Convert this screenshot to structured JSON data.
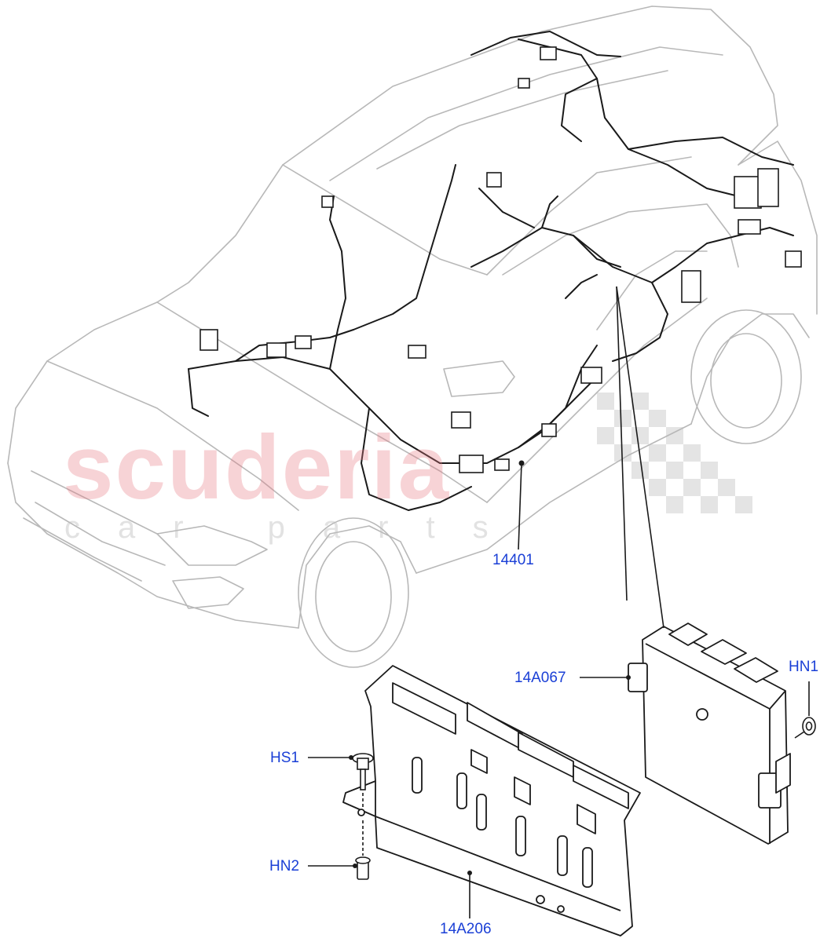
{
  "watermark": {
    "brand": "scuderia",
    "tagline": "car parts"
  },
  "callouts": {
    "harness": "14401",
    "module": "14A067",
    "bracket": "14A206",
    "nut_module": "HN1",
    "stud": "HS1",
    "nut_bracket": "HN2"
  },
  "colors": {
    "callout_text": "#1a3fd6",
    "line_art": "#1a1a1a",
    "vehicle_ghost": "#b8b8b8"
  }
}
